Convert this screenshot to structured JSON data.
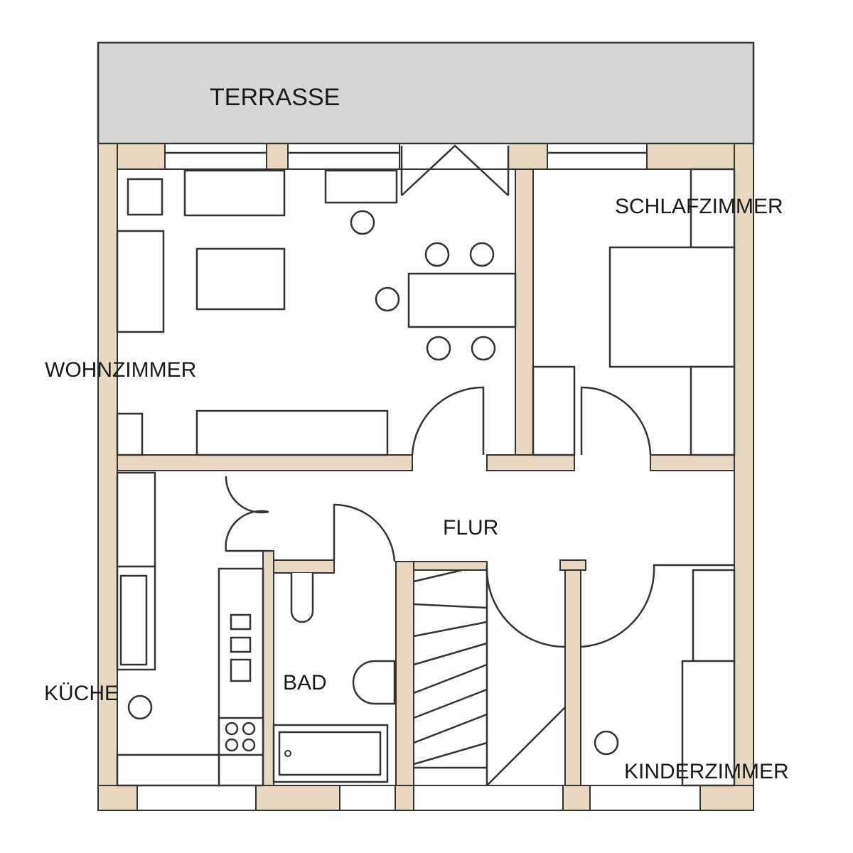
{
  "plan": {
    "colors": {
      "wall": "#e8d8c0",
      "terrace": "#d6d6d6",
      "line": "#333333"
    },
    "rooms": {
      "terrace": "TERRASSE",
      "living": "WOHNZIMMER",
      "bedroom": "SCHLAFZIMMER",
      "hallway": "FLUR",
      "kitchen": "KÜCHE",
      "bathroom": "BAD",
      "kids_room": "KINDERZIMMER"
    }
  }
}
